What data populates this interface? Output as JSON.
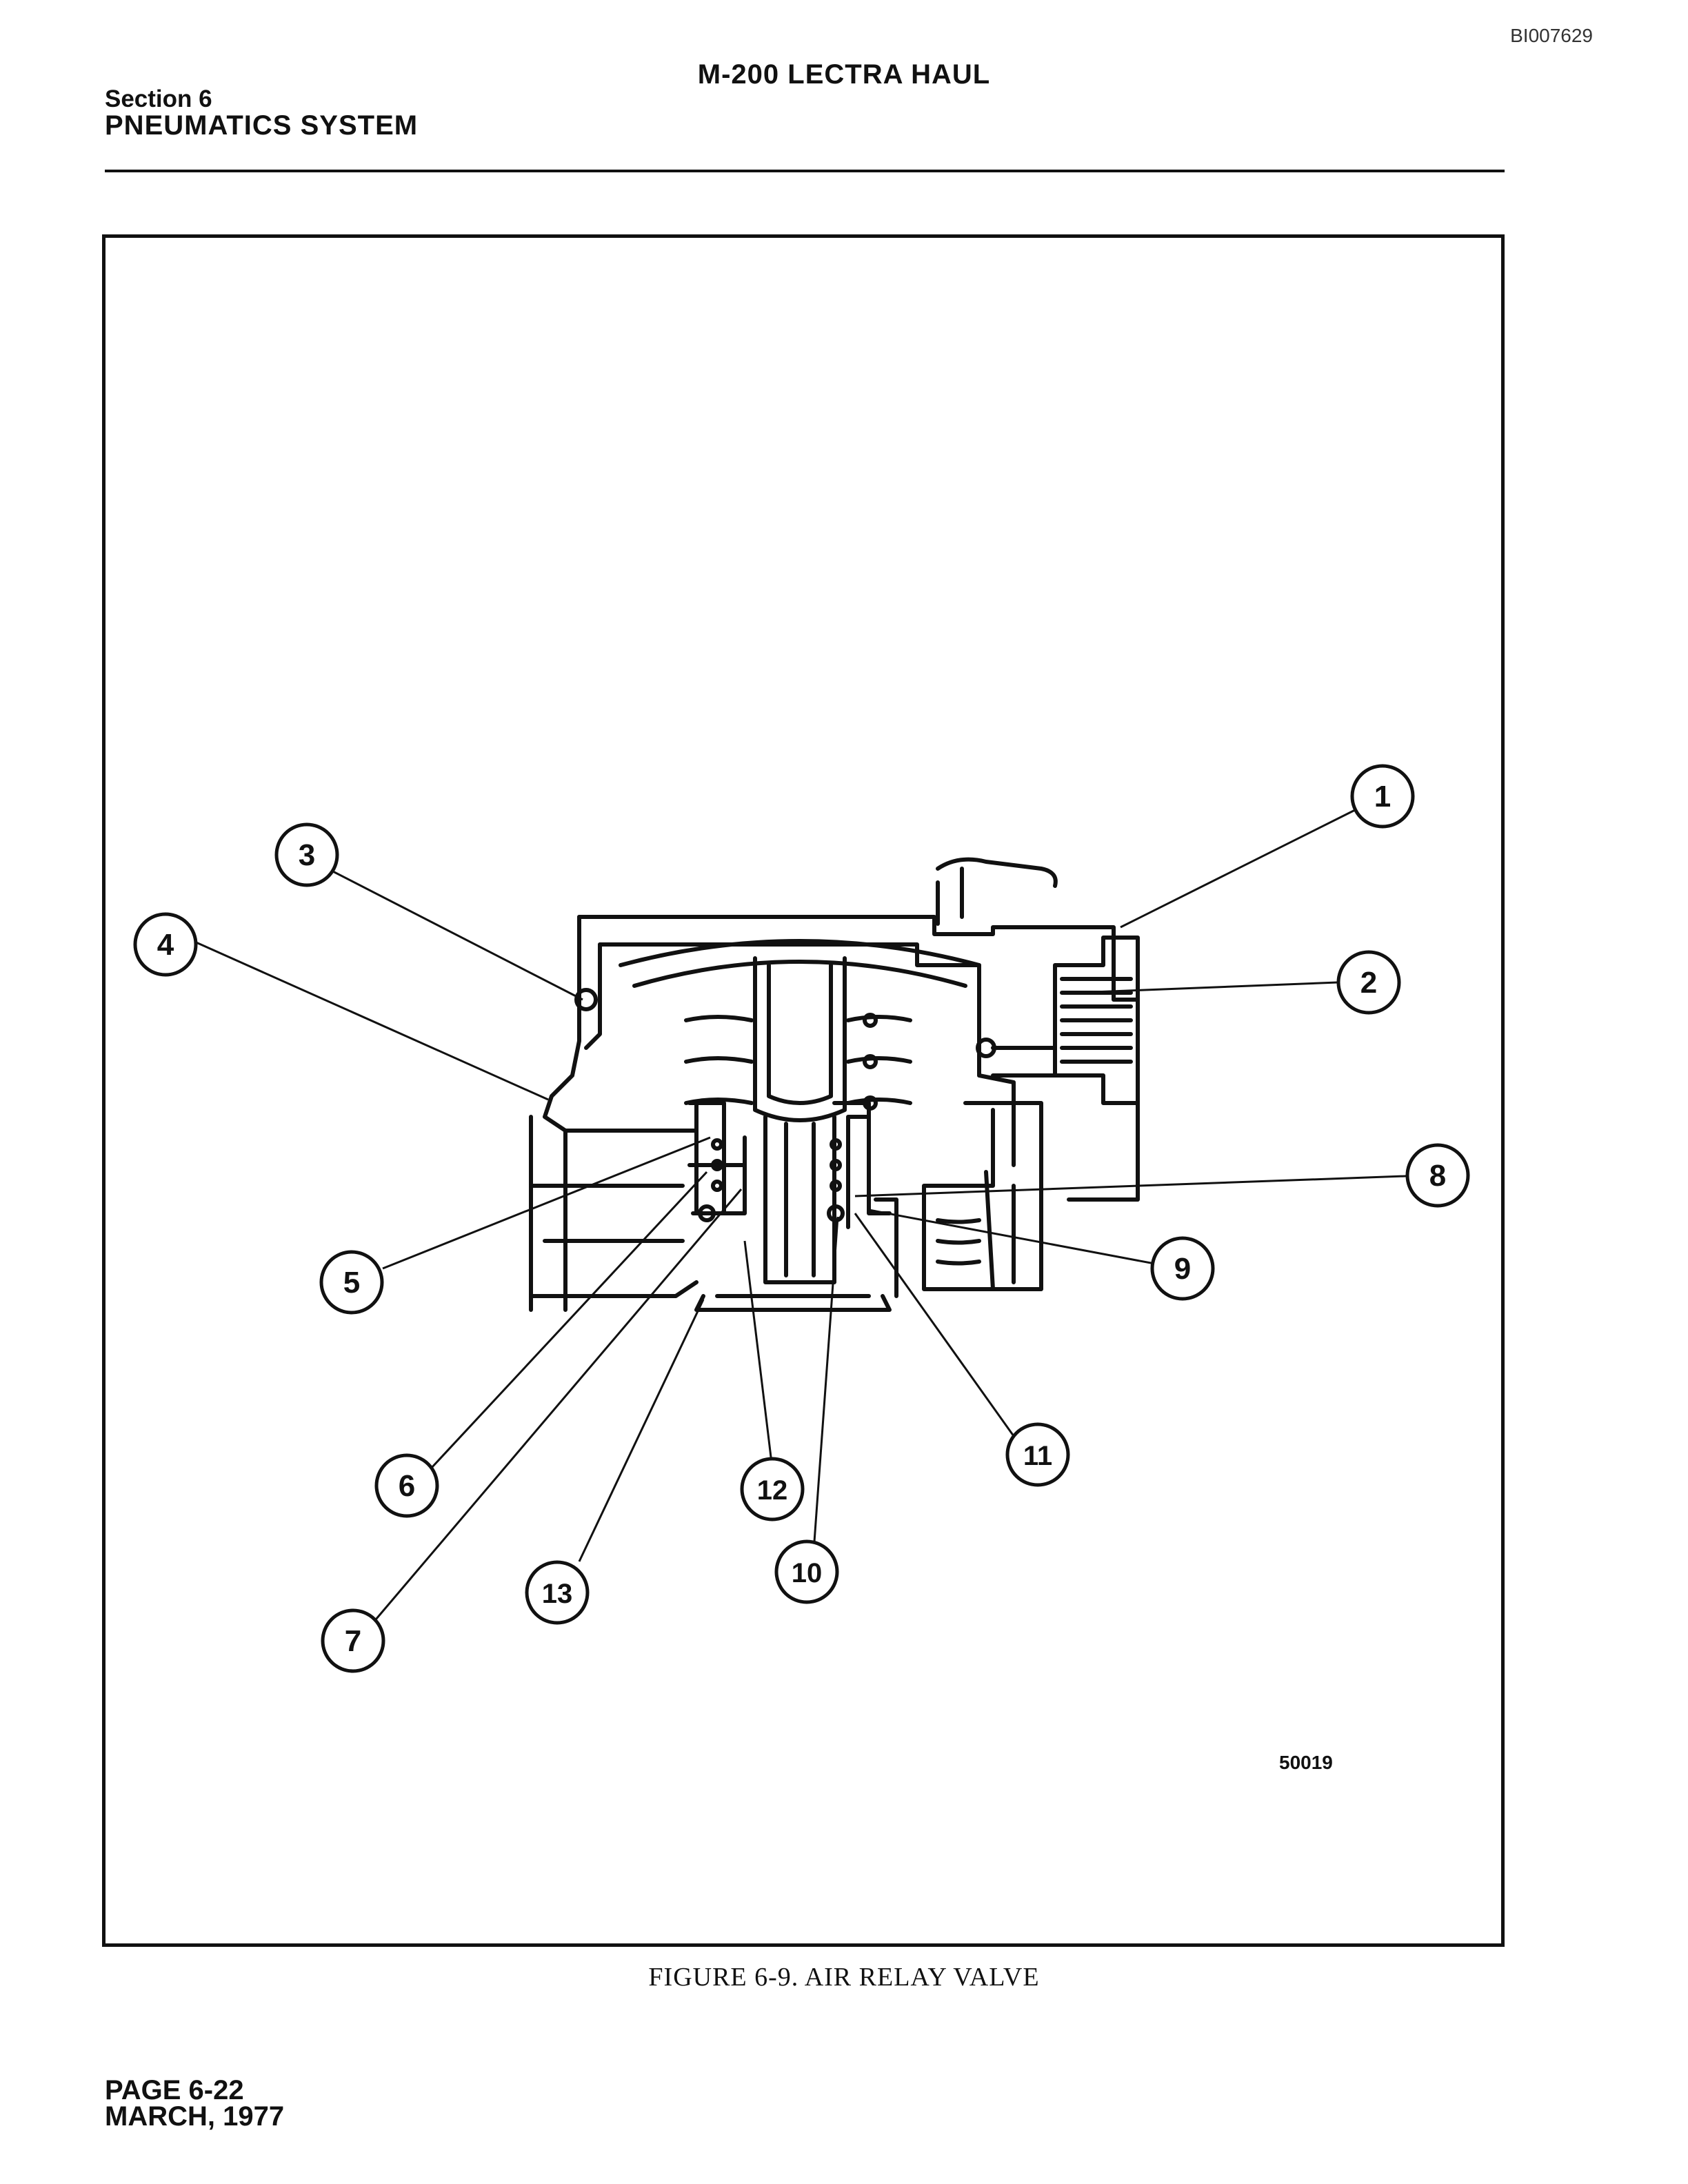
{
  "header": {
    "doc_id": "BI007629",
    "manual_title": "M-200  LECTRA HAUL",
    "section_number": "Section 6",
    "section_name": "PNEUMATICS SYSTEM"
  },
  "figure": {
    "drawing_number": "50019",
    "caption": "FIGURE 6-9. AIR RELAY VALVE",
    "callouts": [
      "1",
      "2",
      "3",
      "4",
      "5",
      "6",
      "7",
      "8",
      "9",
      "10",
      "11",
      "12",
      "13"
    ]
  },
  "footer": {
    "page": "PAGE 6-22",
    "date": "MARCH, 1977"
  }
}
